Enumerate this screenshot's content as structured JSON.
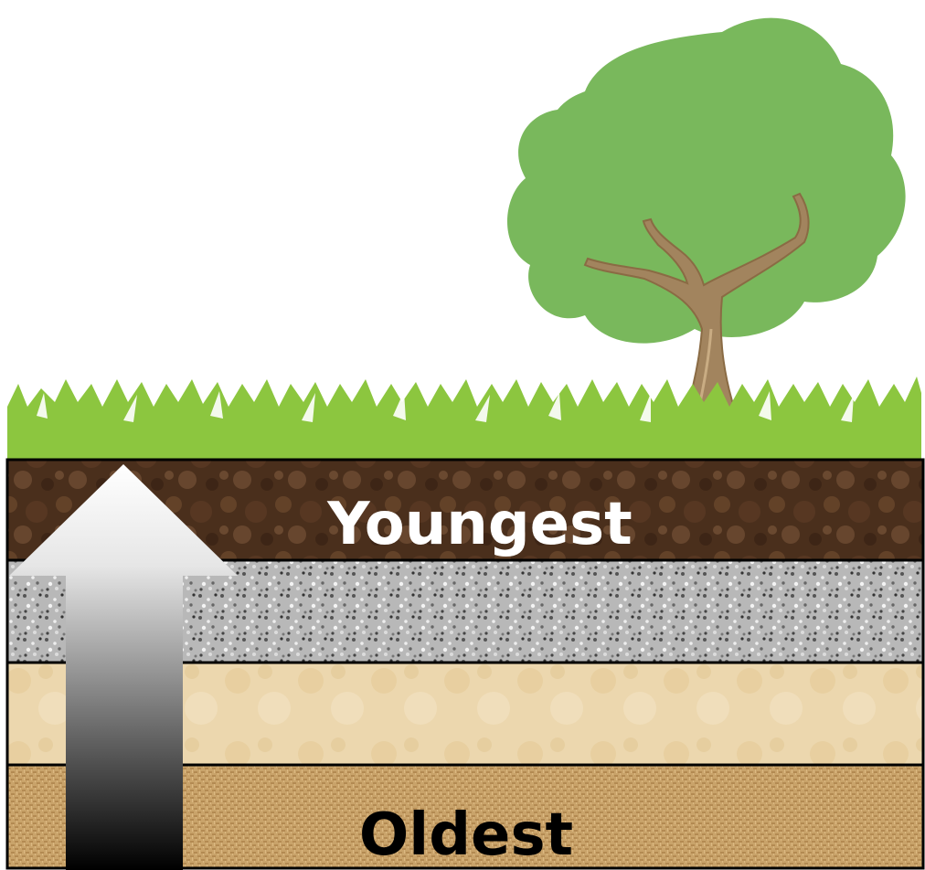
{
  "labels": {
    "top": "Youngest",
    "bottom": "Oldest"
  },
  "layers": [
    {
      "id": "soil",
      "name": "topsoil-layer"
    },
    {
      "id": "granite",
      "name": "gravel-layer"
    },
    {
      "id": "sand",
      "name": "sandstone-layer"
    },
    {
      "id": "burlap",
      "name": "bottom-layer"
    }
  ],
  "colors": {
    "sky": "#ffffff",
    "grass": "#8cc63f",
    "tree_canopy": "#79b85c",
    "tree_trunk": "#a2845e",
    "soil": "#4a2f1c",
    "granite": "#a8a8a8",
    "sand": "#ecd7ae",
    "burlap": "#c9a36a",
    "outline": "#000000"
  },
  "icons": [
    "tree-icon",
    "grass-icon",
    "age-arrow-icon"
  ]
}
